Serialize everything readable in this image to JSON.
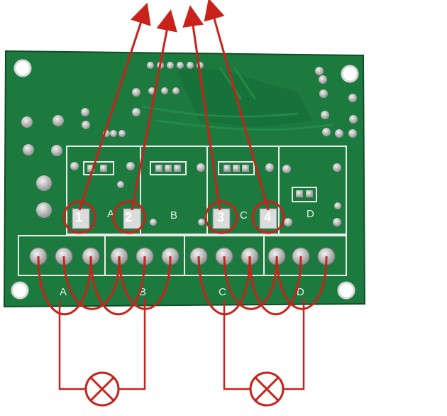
{
  "board": {
    "upper_labels": [
      "A",
      "B",
      "C",
      "D"
    ],
    "terminal_labels": [
      "A",
      "B",
      "C",
      "D"
    ]
  },
  "markers": [
    "1",
    "2",
    "3",
    "4"
  ],
  "colors": {
    "pcb": "#1c7a3f",
    "pcb_dark": "#145e30",
    "silkscreen": "#e8efe8",
    "wire": "#c8221a",
    "pad": "#c9c9c9"
  },
  "loads": {
    "count": 2,
    "symbol": "lamp-icon"
  }
}
